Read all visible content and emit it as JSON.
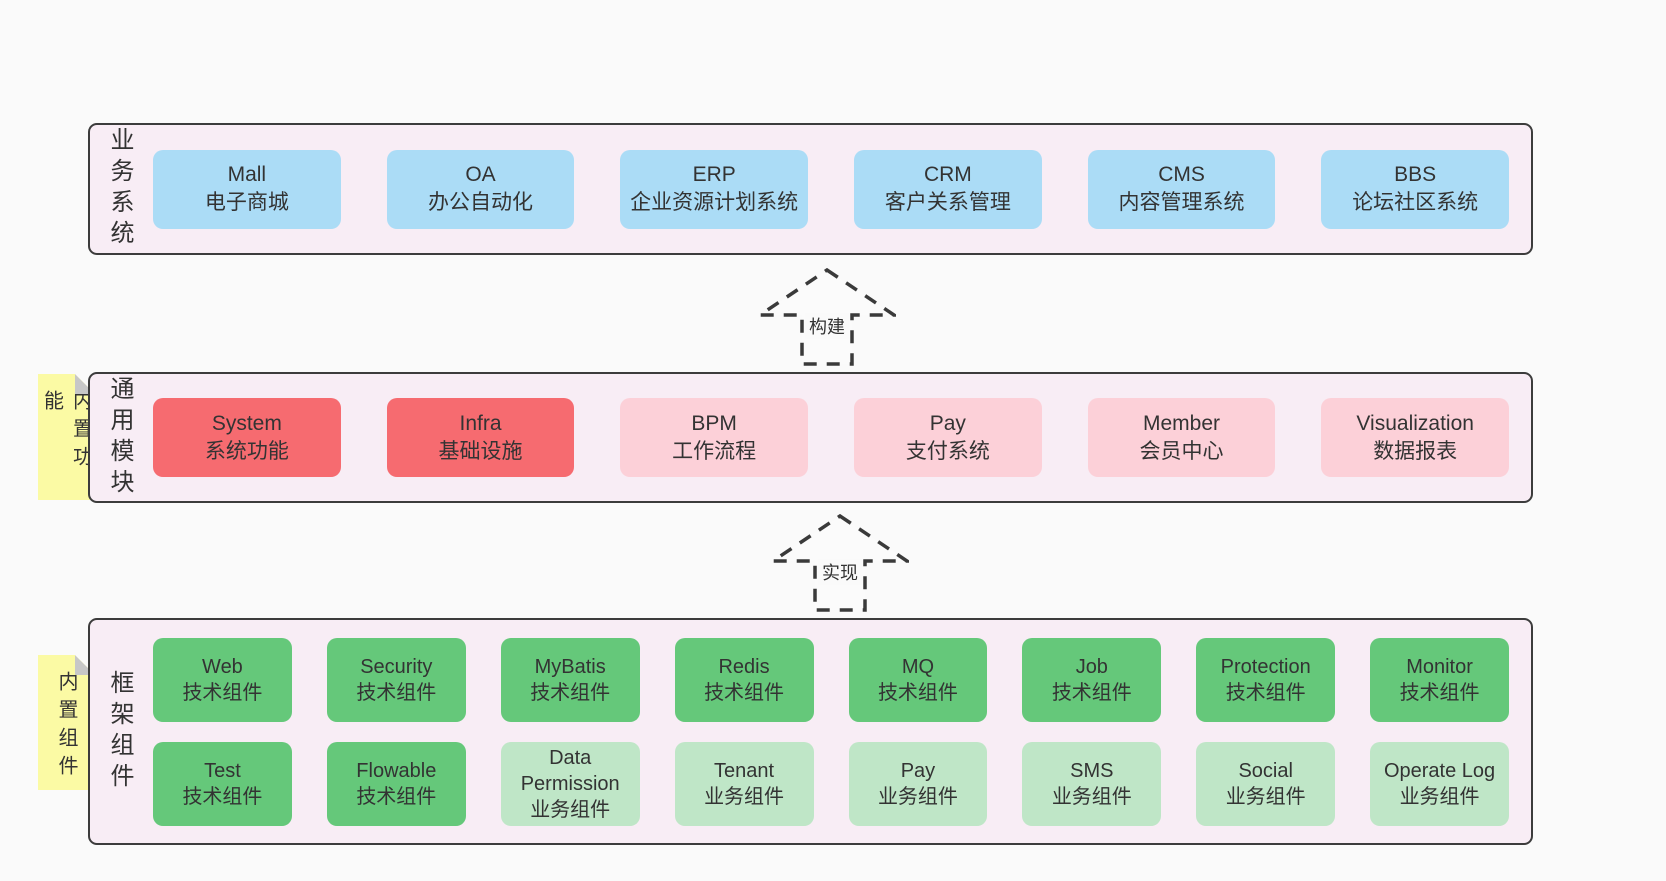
{
  "palette": {
    "page_bg": "#fafafa",
    "panel_bg": "#f8edf5",
    "panel_border": "#3c3c3c",
    "blue_box": "#abdcf6",
    "red_box": "#f66b70",
    "pink_box": "#fcd0d8",
    "green_box": "#65c87a",
    "green_light_box": "#bfe6c7",
    "note_yellow": "#fbfaa4",
    "fold_gray": "#c7c7c7",
    "text": "#333333"
  },
  "arrows": {
    "build": "构建",
    "implement": "实现"
  },
  "sections": {
    "business": {
      "label": "业务系统",
      "boxes": [
        {
          "name": "Mall",
          "desc": "电子商城"
        },
        {
          "name": "OA",
          "desc": "办公自动化"
        },
        {
          "name": "ERP",
          "desc": "企业资源计划系统"
        },
        {
          "name": "CRM",
          "desc": "客户关系管理"
        },
        {
          "name": "CMS",
          "desc": "内容管理系统"
        },
        {
          "name": "BBS",
          "desc": "论坛社区系统"
        }
      ]
    },
    "modules": {
      "label": "通用模块",
      "note": "内置功能",
      "boxes": [
        {
          "name": "System",
          "desc": "系统功能"
        },
        {
          "name": "Infra",
          "desc": "基础设施"
        },
        {
          "name": "BPM",
          "desc": "工作流程"
        },
        {
          "name": "Pay",
          "desc": "支付系统"
        },
        {
          "name": "Member",
          "desc": "会员中心"
        },
        {
          "name": "Visualization",
          "desc": "数据报表"
        }
      ]
    },
    "framework": {
      "label": "框架组件",
      "note": "内置组件",
      "row1": [
        {
          "name": "Web",
          "desc": "技术组件"
        },
        {
          "name": "Security",
          "desc": "技术组件"
        },
        {
          "name": "MyBatis",
          "desc": "技术组件"
        },
        {
          "name": "Redis",
          "desc": "技术组件"
        },
        {
          "name": "MQ",
          "desc": "技术组件"
        },
        {
          "name": "Job",
          "desc": "技术组件"
        },
        {
          "name": "Protection",
          "desc": "技术组件"
        },
        {
          "name": "Monitor",
          "desc": "技术组件"
        }
      ],
      "row2": [
        {
          "name": "Test",
          "desc": "技术组件"
        },
        {
          "name": "Flowable",
          "desc": "技术组件"
        },
        {
          "name": "Data Permission",
          "desc": "业务组件"
        },
        {
          "name": "Tenant",
          "desc": "业务组件"
        },
        {
          "name": "Pay",
          "desc": "业务组件"
        },
        {
          "name": "SMS",
          "desc": "业务组件"
        },
        {
          "name": "Social",
          "desc": "业务组件"
        },
        {
          "name": "Operate Log",
          "desc": "业务组件"
        }
      ]
    }
  }
}
